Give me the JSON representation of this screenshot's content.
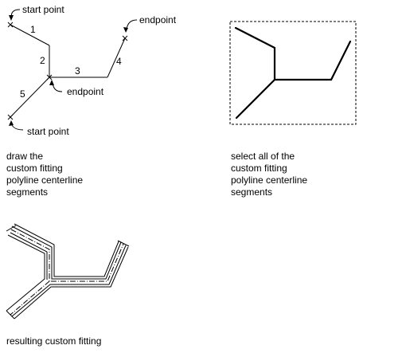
{
  "panel_draw": {
    "labels": {
      "start_point_top": "start point",
      "endpoint_right": "endpoint",
      "endpoint_middle": "endpoint",
      "start_point_bottom": "start point"
    },
    "segment_numbers": [
      "1",
      "2",
      "3",
      "4",
      "5"
    ],
    "caption": "draw the\ncustom fitting\npolyline centerline\nsegments"
  },
  "panel_select": {
    "caption": "select all of the\ncustom fitting\npolyline centerline\nsegments"
  },
  "panel_result": {
    "caption": "resulting custom fitting"
  },
  "colors": {
    "line": "#000000",
    "background": "#ffffff"
  }
}
